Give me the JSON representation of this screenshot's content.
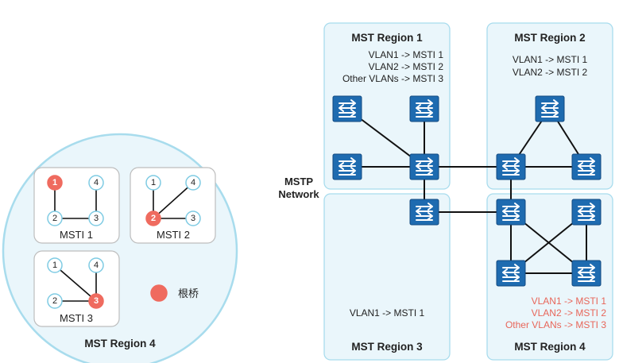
{
  "left_panel": {
    "title": "MST Region 4",
    "mstis": [
      {
        "label": "MSTI 1",
        "nodes": [
          "1",
          "2",
          "3",
          "4"
        ],
        "root": "1"
      },
      {
        "label": "MSTI 2",
        "nodes": [
          "1",
          "2",
          "3",
          "4"
        ],
        "root": "2"
      },
      {
        "label": "MSTI 3",
        "nodes": [
          "1",
          "2",
          "3",
          "4"
        ],
        "root": "3"
      }
    ],
    "legend": {
      "label": "根桥",
      "color": "#ef6b5f"
    }
  },
  "network": {
    "label_line1": "MSTP",
    "label_line2": "Network",
    "regions": [
      {
        "title": "MST Region 1",
        "mappings": [
          "VLAN1 -> MSTI 1",
          "VLAN2 -> MSTI 2",
          "Other VLANs -> MSTI 3"
        ]
      },
      {
        "title": "MST Region 2",
        "mappings": [
          "VLAN1 -> MSTI 1",
          "VLAN2 -> MSTI 2"
        ]
      },
      {
        "title": "MST Region 3",
        "mappings": [
          "VLAN1 -> MSTI 1"
        ]
      },
      {
        "title": "MST Region 4",
        "mappings": [
          "VLAN1 -> MSTI 1",
          "VLAN2 -> MSTI 2",
          "Other VLANs -> MSTI 3"
        ],
        "mapping_color": "#e8665a"
      }
    ],
    "switch_icon": "switch-icon",
    "switch_color": "#1e6bb0"
  }
}
